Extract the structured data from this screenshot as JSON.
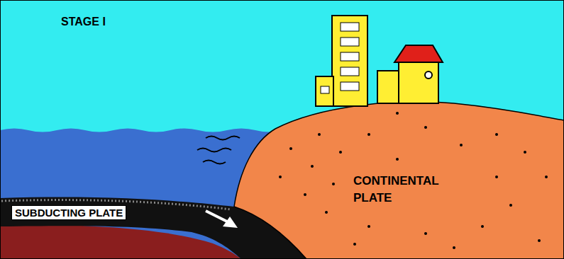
{
  "diagram": {
    "title": "STAGE I",
    "labels": [
      "SUBDUCTING PLATE",
      "CONTINENTAL PLATE"
    ]
  }
}
